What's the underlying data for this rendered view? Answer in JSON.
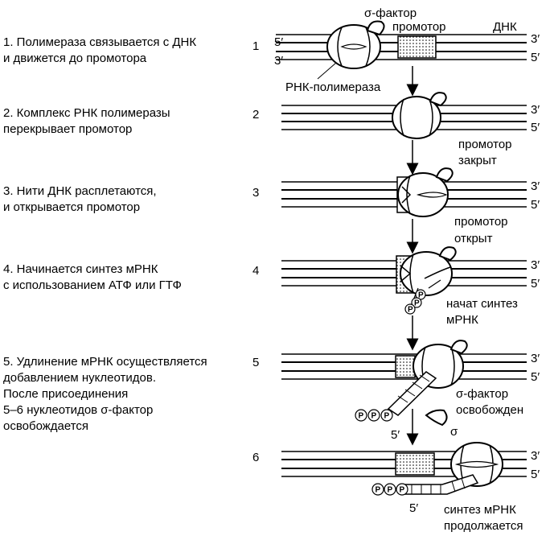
{
  "steps": [
    {
      "lines": [
        "1. Полимераза связывается с ДНК",
        "и движется до промотора"
      ]
    },
    {
      "lines": [
        "2. Комплекс РНК полимеразы",
        "перекрывает промотор"
      ]
    },
    {
      "lines": [
        "3. Нити ДНК расплетаются,",
        "и открывается промотор"
      ]
    },
    {
      "lines": [
        "4. Начинается синтез мРНК",
        "с использованием АТФ или ГТФ"
      ]
    },
    {
      "lines": [
        "5. Удлинение мРНК осуществляется",
        "добавлением нуклеотидов.",
        "После присоединения",
        "5–6 нуклеотидов σ-фактор",
        "освобождается"
      ]
    }
  ],
  "row_numbers": [
    "1",
    "2",
    "3",
    "4",
    "5",
    "6"
  ],
  "labels": {
    "sigma_factor": "σ-фактор",
    "promoter": "промотор",
    "dna": "ДНК",
    "rna_polymerase": "РНК-полимераза",
    "promoter_closed_1": "промотор",
    "promoter_closed_2": "закрыт",
    "promoter_open_1": "промотор",
    "promoter_open_2": "открыт",
    "synthesis_started_1": "начат синтез",
    "synthesis_started_2": "мРНК",
    "sigma_released_1": "σ-фактор",
    "sigma_released_2": "освобожден",
    "sigma": "σ",
    "synthesis_continues_1": "синтез мРНК",
    "synthesis_continues_2": "продолжается",
    "five_prime": "5′",
    "three_prime": "3′",
    "phosphate": "P"
  }
}
